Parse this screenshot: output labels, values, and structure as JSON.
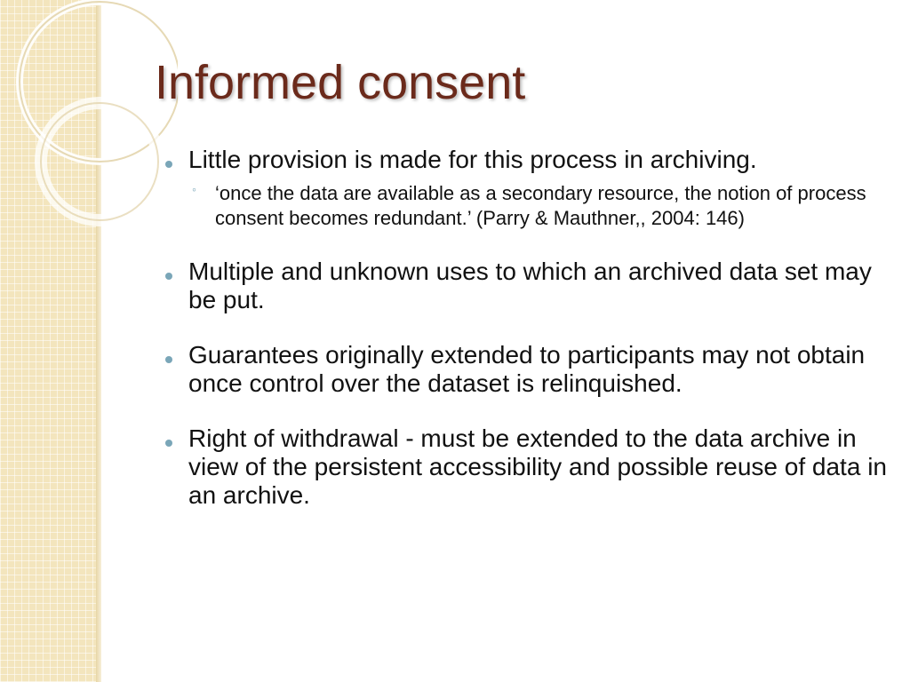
{
  "slide": {
    "title": "Informed consent",
    "bullets": [
      {
        "text": "Little provision is made for this process in archiving.",
        "sub": [
          {
            "mark": "◦",
            "text": "‘once the data are available as a secondary resource, the notion of process consent becomes redundant.’ (Parry & Mauthner,, 2004: 146)"
          }
        ]
      },
      {
        "text": "Multiple and unknown uses to which an archived data set may be put."
      },
      {
        "text": "Guarantees originally extended to participants may not obtain once control over the dataset is relinquished."
      },
      {
        "text": "Right of withdrawal - must be extended to the data archive in view of the persistent accessibility and possible reuse of data in an archive."
      }
    ]
  },
  "colors": {
    "title": "#6b2a1b",
    "bullet": "#7aa6b8",
    "band": "#f3e5bd"
  }
}
